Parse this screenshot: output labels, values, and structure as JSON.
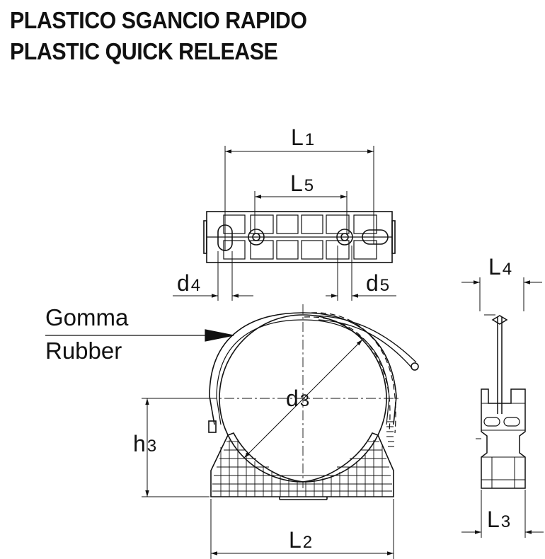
{
  "title": {
    "line1": "PLASTICO SGANCIO RAPIDO",
    "line2": "PLASTIC QUICK RELEASE"
  },
  "material_note": {
    "line1": "Gomma",
    "line2": "Rubber"
  },
  "dimensions": {
    "L1": {
      "main": "L",
      "sub": "1"
    },
    "L5": {
      "main": "L",
      "sub": "5"
    },
    "d4": {
      "main": "d",
      "sub": "4"
    },
    "d5": {
      "main": "d",
      "sub": "5"
    },
    "d3": {
      "main": "d",
      "sub": "3"
    },
    "h3": {
      "main": "h",
      "sub": "3"
    },
    "L2": {
      "main": "L",
      "sub": "2"
    },
    "L4": {
      "main": "L",
      "sub": "4"
    },
    "L3": {
      "main": "L",
      "sub": "3"
    }
  }
}
